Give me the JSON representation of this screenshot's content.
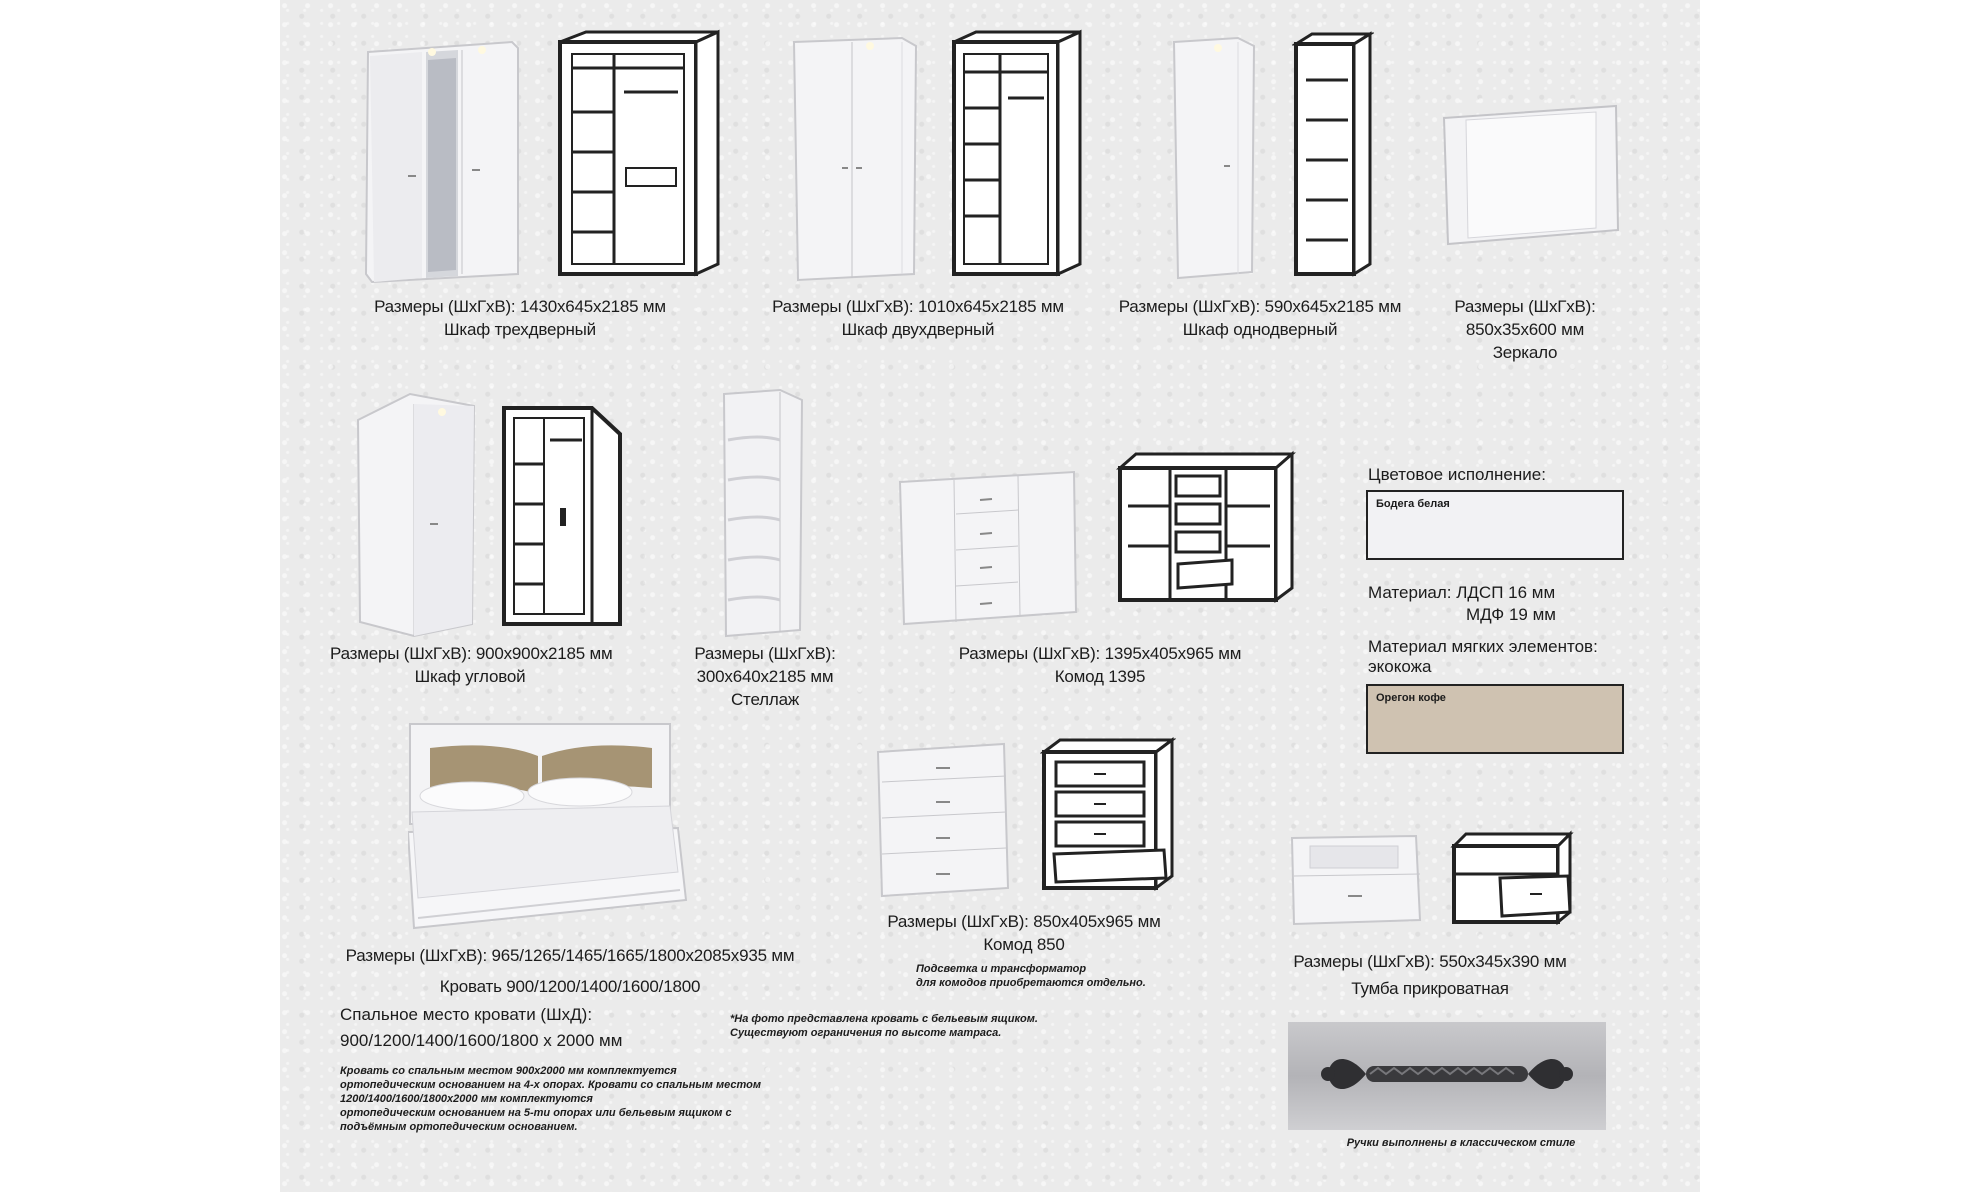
{
  "items": {
    "wardrobe3": {
      "dims": "Размеры (ШхГхВ): 1430х645х2185 мм",
      "name": "Шкаф трехдверный"
    },
    "wardrobe2": {
      "dims": "Размеры (ШхГхВ): 1010х645х2185 мм",
      "name": "Шкаф двухдверный"
    },
    "wardrobe1": {
      "dims": "Размеры (ШхГхВ): 590х645х2185 мм",
      "name": "Шкаф однодверный"
    },
    "mirror": {
      "dims_label": "Размеры (ШхГхВ):",
      "dims": "850х35х600 мм",
      "name": "Зеркало"
    },
    "corner": {
      "dims": "Размеры (ШхГхВ): 900х900х2185 мм",
      "name": "Шкаф угловой"
    },
    "shelf": {
      "dims_label": "Размеры (ШхГхВ):",
      "dims": "300х640х2185 мм",
      "name": "Стеллаж"
    },
    "chest1395": {
      "dims": "Размеры (ШхГхВ): 1395х405х965 мм",
      "name": "Комод 1395"
    },
    "bed": {
      "dims": "Размеры (ШхГхВ): 965/1265/1465/1665/1800х2085х935 мм",
      "name": "Кровать 900/1200/1400/1600/1800",
      "sleep_label": "Спальное место кровати (ШхД):",
      "sleep_value": "900/1200/1400/1600/1800 х 2000 мм"
    },
    "chest850": {
      "dims": "Размеры (ШхГхВ): 850х405х965 мм",
      "name": "Комод 850",
      "note": "Подсветка и трансформатор\nдля комодов приобретаются отдельно."
    },
    "nightstand": {
      "dims": "Размеры (ШхГхВ): 550х345х390 мм",
      "name": "Тумба прикроватная"
    }
  },
  "colors": {
    "title": "Цветовое исполнение:",
    "body_name": "Бодега белая",
    "body_hex": "#f2f2f4",
    "material": "Материал: ЛДСП 16 мм",
    "material_mdf": "МДФ 19 мм",
    "soft_title": "Материал мягких элементов:",
    "soft_material": "экокожа",
    "soft_name": "Орегон кофе",
    "soft_hex": "#cfc2b1"
  },
  "notes": {
    "photo": "*На фото представлена кровать с бельевым ящиком.\nСуществуют ограничения по высоте матраса.",
    "bed_base": "Кровать со спальным местом 900х2000 мм комплектуется\nортопедическим основанием на 4-х опорах. Кровати со спальным местом\n1200/1400/1600/1800х2000 мм комплектуются\nортопедическим основанием на 5-ти опорах или бельевым ящиком с\nподъёмным ортопедическим основанием.",
    "handle": "Ручки выполнены в классическом стиле"
  },
  "icons": [
    "wardrobe3-photo",
    "wardrobe3-scheme",
    "wardrobe2-photo",
    "wardrobe2-scheme",
    "wardrobe1-photo",
    "wardrobe1-scheme",
    "mirror-image",
    "corner-photo",
    "corner-scheme",
    "shelf-image",
    "chest1395-photo",
    "chest1395-scheme",
    "bed-photo",
    "chest850-photo",
    "chest850-scheme",
    "nightstand-photo",
    "nightstand-scheme",
    "handle-image"
  ]
}
